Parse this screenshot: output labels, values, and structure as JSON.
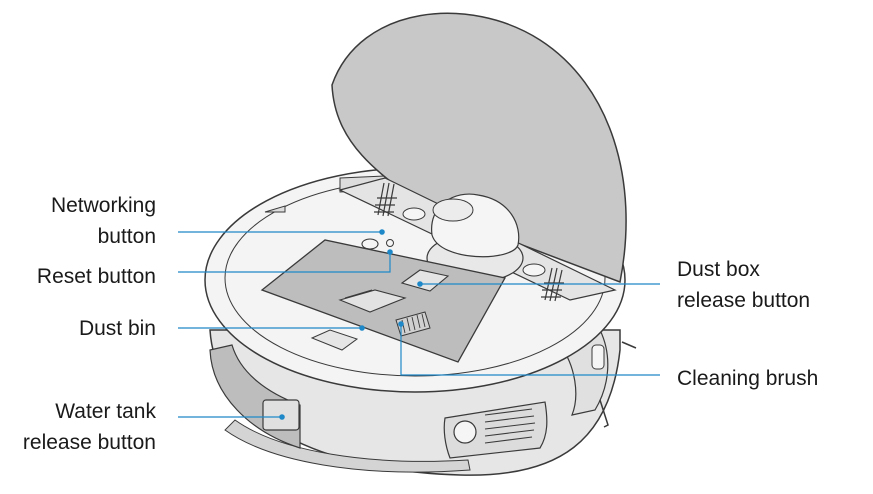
{
  "labels": {
    "networking_button": [
      "Networking",
      "button"
    ],
    "reset_button": "Reset button",
    "dust_bin": "Dust bin",
    "water_tank_release_button": [
      "Water tank",
      "release button"
    ],
    "dust_box_release_button": [
      "Dust box",
      "release button"
    ],
    "cleaning_brush": "Cleaning brush"
  },
  "colors": {
    "outline": "#3a3a3a",
    "lid_fill": "#c8c8c8",
    "panel_fill": "#bdbdbd",
    "body_fill": "#f2f2f2",
    "leader_line": "#1e88c8"
  }
}
